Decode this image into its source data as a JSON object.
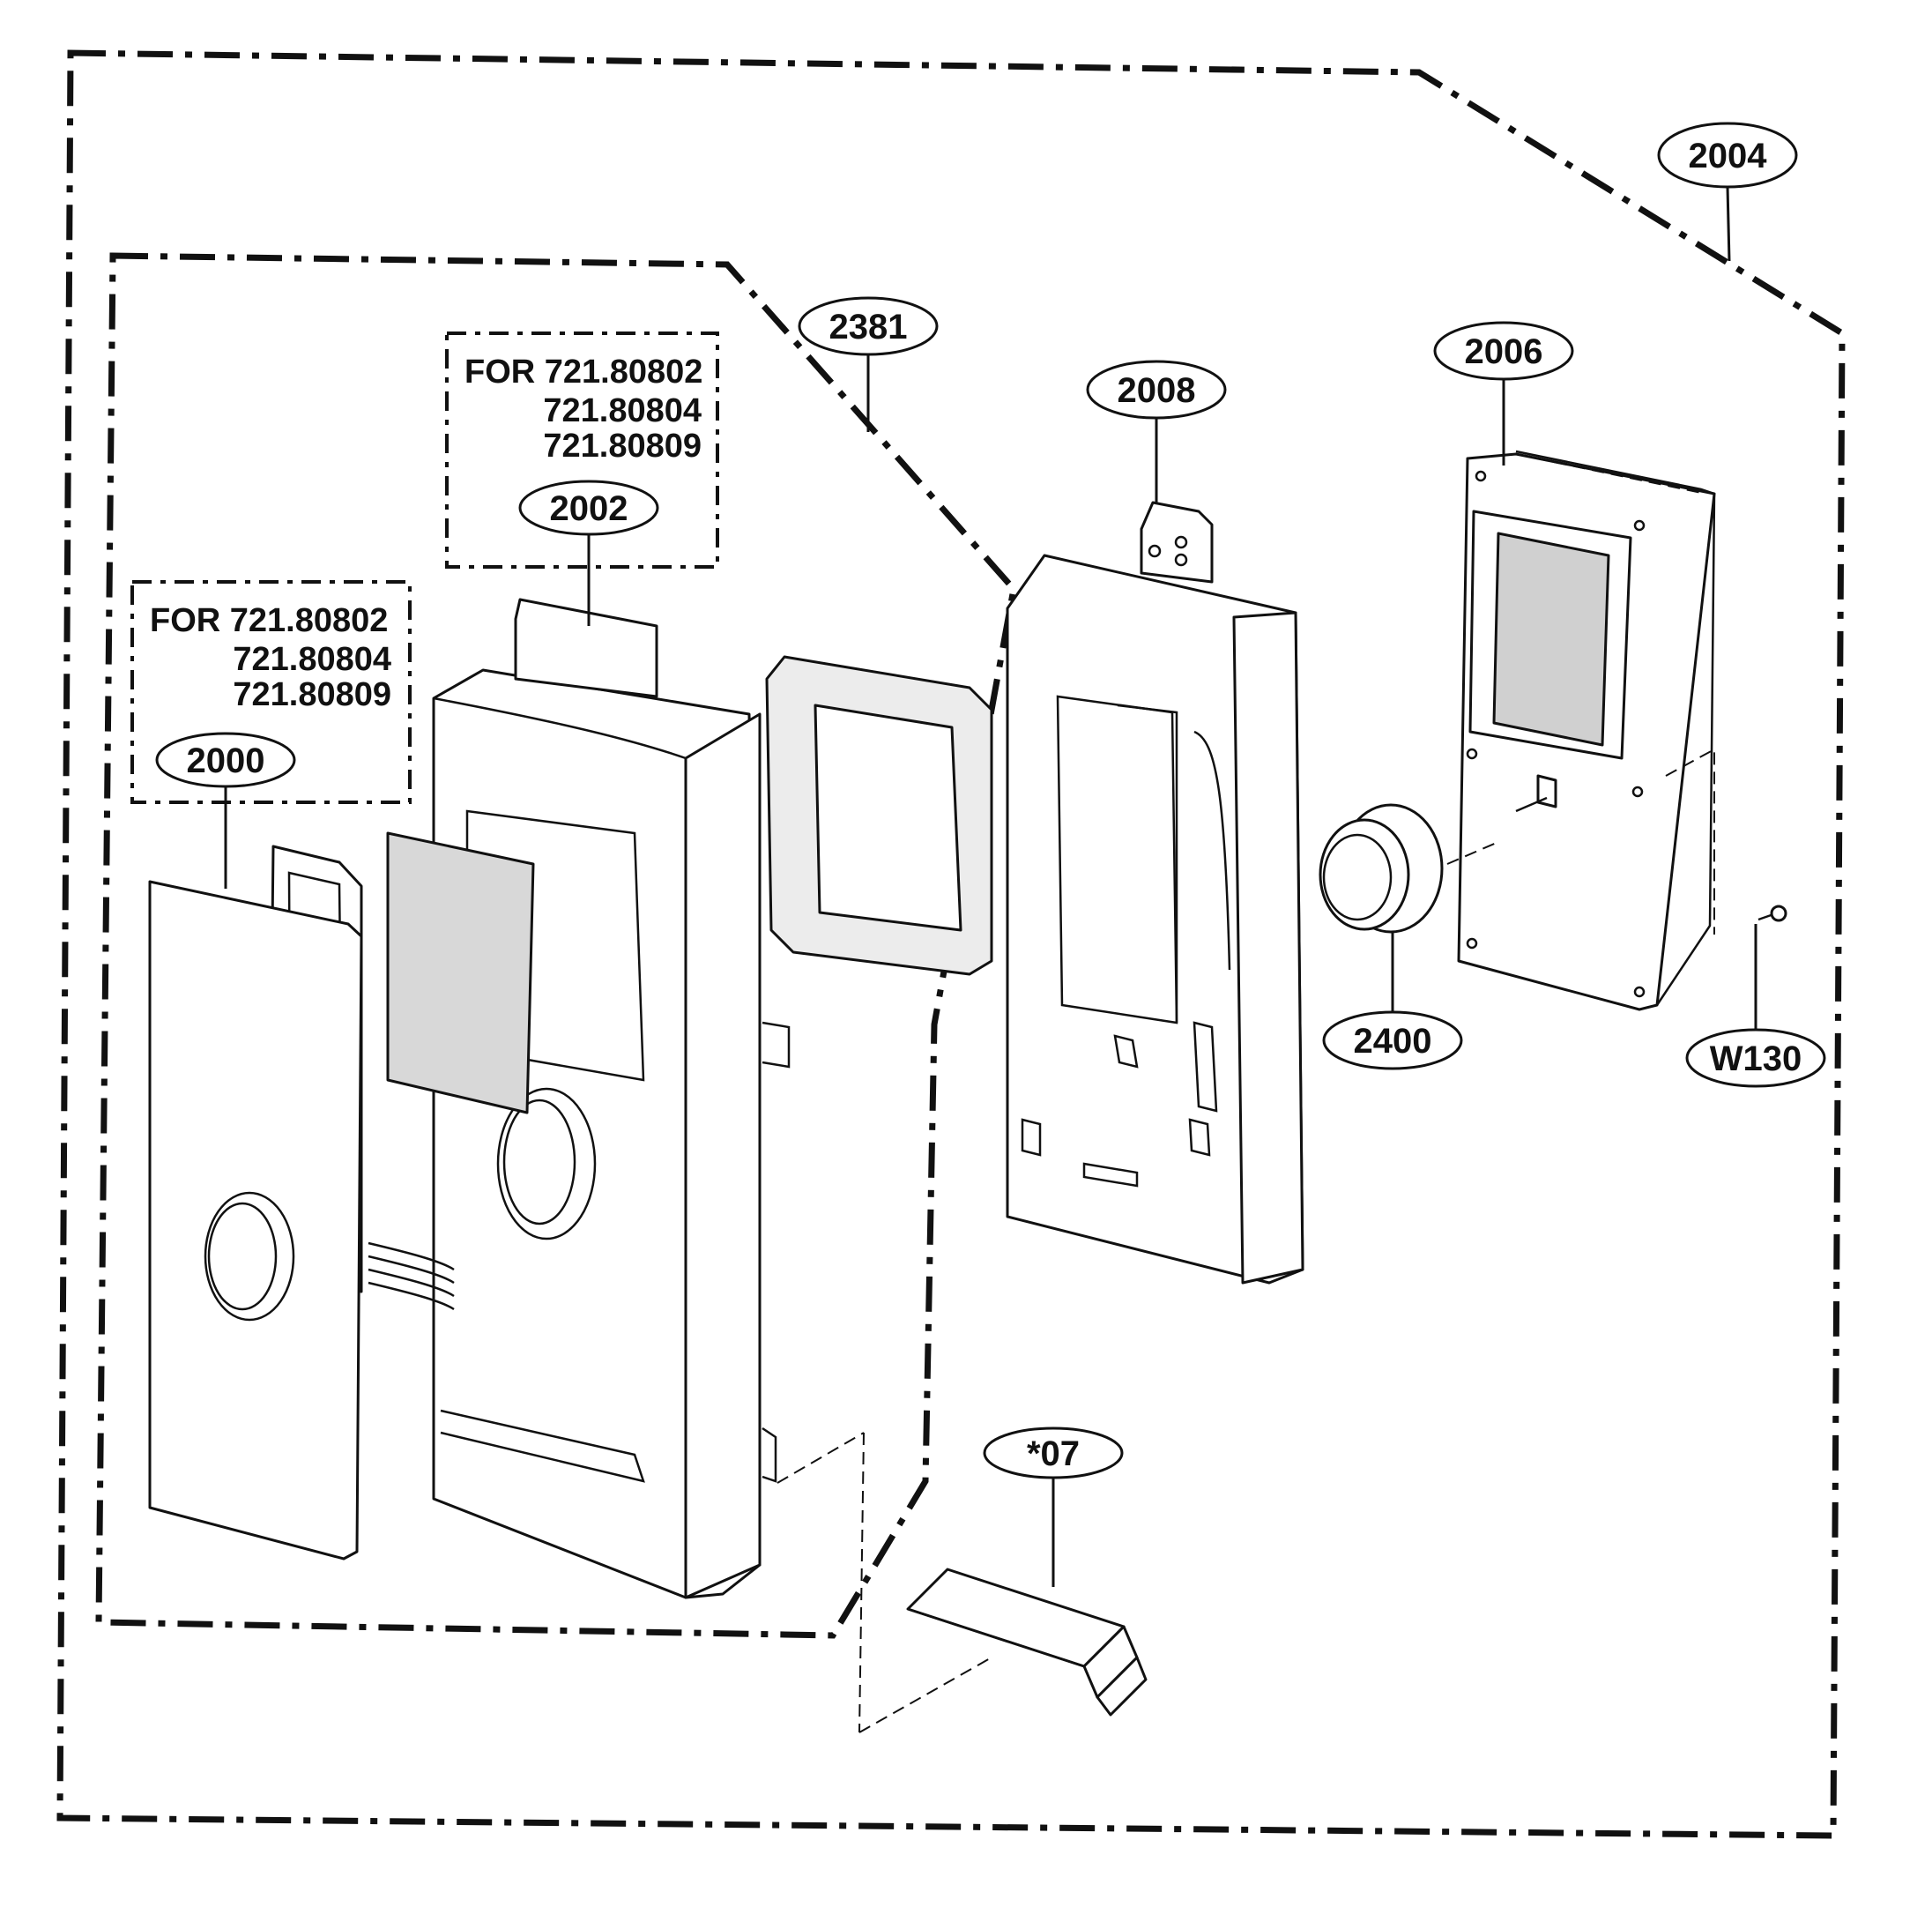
{
  "callouts": {
    "c2004": "2004",
    "c2381": "2381",
    "c2008": "2008",
    "c2006": "2006",
    "c2002": "2002",
    "c2000": "2000",
    "c2400": "2400",
    "cW130": "W130",
    "c07": "*07"
  },
  "notes": {
    "note_2002": {
      "line1": "FOR 721.80802",
      "line2": "721.80804",
      "line3": "721.80809"
    },
    "note_2000": {
      "line1": "FOR 721.80802",
      "line2": "721.80804",
      "line3": "721.80809"
    }
  },
  "parts": [
    "control-panel-frame",
    "membrane-keypad",
    "panel-gasket",
    "control-box",
    "display-pcb",
    "knob",
    "screw",
    "clip"
  ]
}
